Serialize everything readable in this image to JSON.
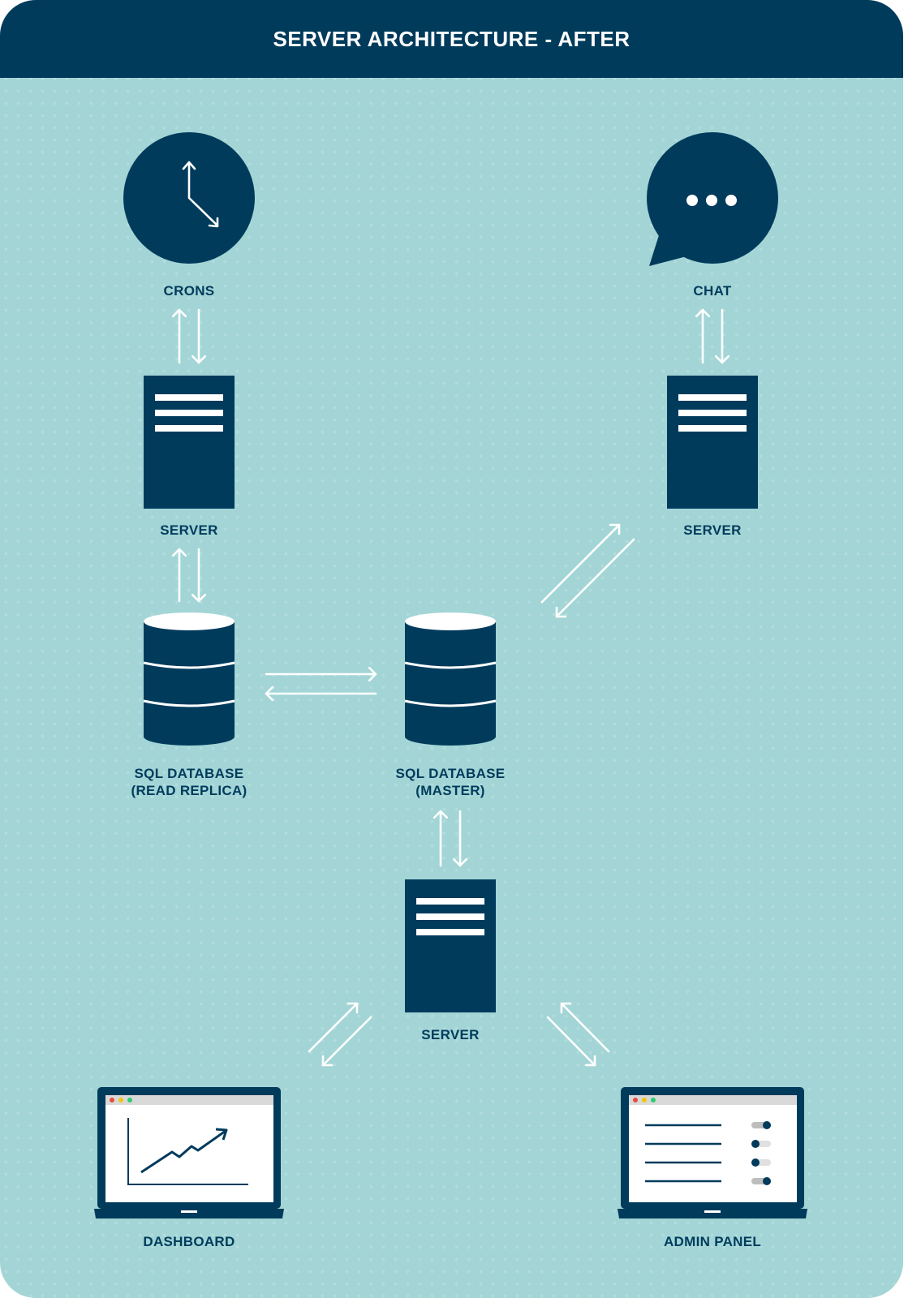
{
  "header": {
    "title": "SERVER ARCHITECTURE - AFTER"
  },
  "nodes": {
    "crons": {
      "label": "CRONS",
      "icon": "clock-icon"
    },
    "chat": {
      "label": "CHAT",
      "icon": "chat-bubble-icon"
    },
    "server_crons": {
      "label": "SERVER",
      "icon": "server-icon"
    },
    "server_chat": {
      "label": "SERVER",
      "icon": "server-icon"
    },
    "db_replica": {
      "label_line1": "SQL DATABASE",
      "label_line2": "(READ REPLICA)",
      "icon": "database-icon"
    },
    "db_master": {
      "label_line1": "SQL DATABASE",
      "label_line2": "(MASTER)",
      "icon": "database-icon"
    },
    "server_main": {
      "label": "SERVER",
      "icon": "server-icon"
    },
    "dashboard": {
      "label": "DASHBOARD",
      "icon": "laptop-chart-icon"
    },
    "admin_panel": {
      "label": "ADMIN PANEL",
      "icon": "laptop-settings-icon"
    }
  },
  "colors": {
    "primary": "#003b5c",
    "background": "#a3d5d6",
    "arrow": "#ffffff"
  }
}
